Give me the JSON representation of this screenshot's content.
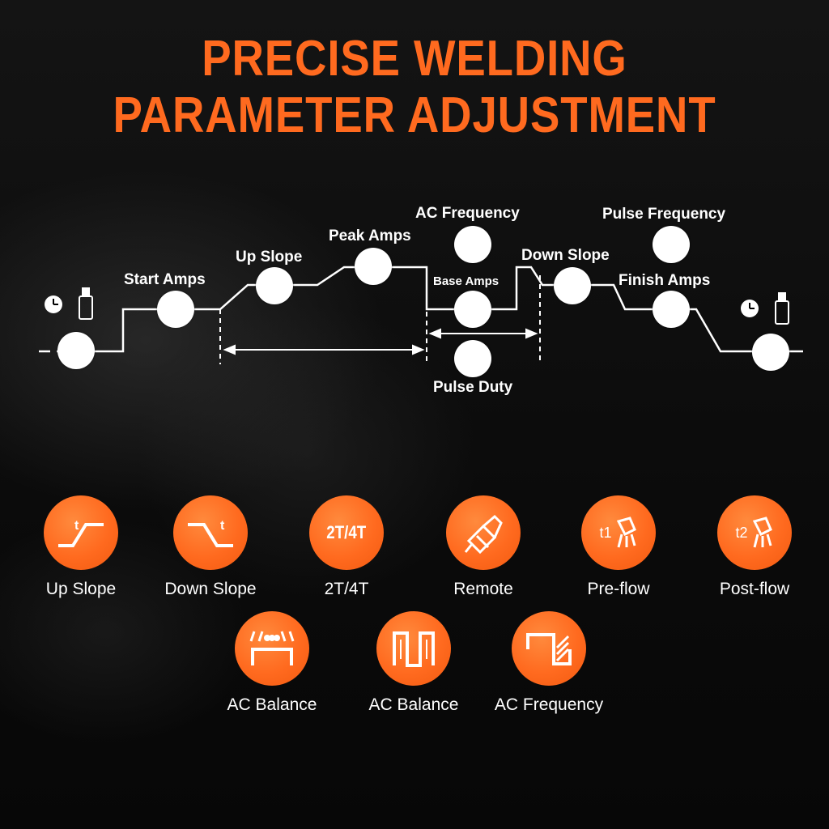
{
  "title": [
    "PRECISE WELDING",
    "PARAMETER ADJUSTMENT"
  ],
  "accent_color": "#ff6a1f",
  "diagram": {
    "labels": {
      "start_amps": "Start Amps",
      "up_slope": "Up Slope",
      "peak_amps": "Peak Amps",
      "ac_frequency": "AC Frequency",
      "base_amps": "Base Amps",
      "pulse_duty": "Pulse Duty",
      "down_slope": "Down Slope",
      "pulse_frequency": "Pulse Frequency",
      "finish_amps": "Finish Amps"
    },
    "icons": [
      "clock-icon",
      "gas-cylinder-icon"
    ]
  },
  "features_row1": [
    {
      "icon": "up-slope-icon",
      "label": "Up Slope"
    },
    {
      "icon": "down-slope-icon",
      "label": "Down Slope"
    },
    {
      "icon": "2t-4t-icon",
      "label": "2T/4T",
      "glyph": "2T/4T"
    },
    {
      "icon": "remote-icon",
      "label": "Remote"
    },
    {
      "icon": "pre-flow-icon",
      "label": "Pre-flow",
      "glyph": "t1"
    },
    {
      "icon": "post-flow-icon",
      "label": "Post-flow",
      "glyph": "t2"
    }
  ],
  "features_row2": [
    {
      "icon": "ac-balance-icon",
      "label": "AC Balance"
    },
    {
      "icon": "ac-balance-wave-icon",
      "label": "AC Balance"
    },
    {
      "icon": "ac-frequency-icon",
      "label": "AC Frequency"
    }
  ]
}
